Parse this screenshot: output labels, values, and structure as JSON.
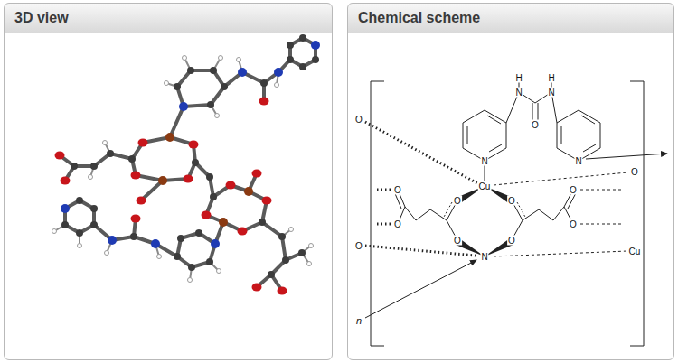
{
  "diagram": {
    "nodes": [
      {
        "text": [
          "3D view"
        ]
      },
      {
        "text": [
          "Chemical scheme"
        ]
      }
    ],
    "labels": [
      "H",
      "H",
      "N",
      "N",
      "O",
      "N",
      "N",
      "O",
      "Cu",
      "O",
      "O",
      "O",
      "O",
      "O",
      "O",
      "O",
      "O",
      "O",
      "O",
      "Cu",
      "N",
      "n"
    ]
  }
}
